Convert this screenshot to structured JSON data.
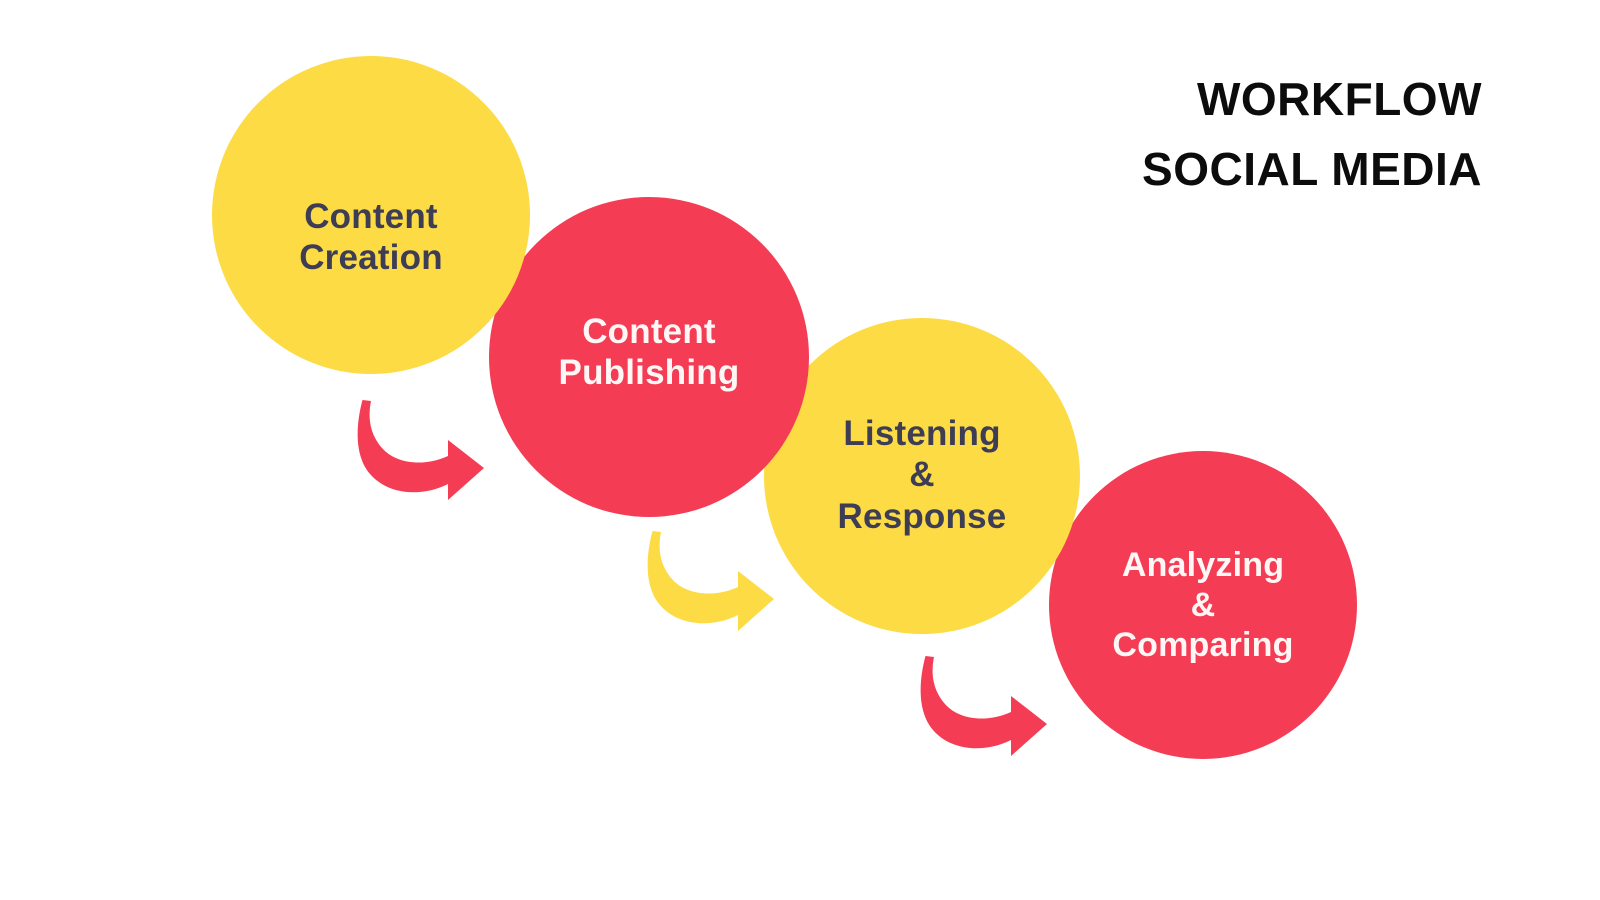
{
  "title": {
    "line1": "WORKFLOW",
    "line2": "SOCIAL MEDIA"
  },
  "colors": {
    "yellow": "#FCDB44",
    "red": "#F43C55",
    "dark_text": "#3D3D55",
    "light_text": "#FFF7F5",
    "title_text": "#0C0C0C",
    "background": "#FFFFFF"
  },
  "steps": [
    {
      "index": 1,
      "label": "Content\nCreation",
      "fill": "#FCDB44",
      "text_color": "#3D3D55"
    },
    {
      "index": 2,
      "label": "Content\nPublishing",
      "fill": "#F43C55",
      "text_color": "#FFF7F5"
    },
    {
      "index": 3,
      "label": "Listening\n&\nResponse",
      "fill": "#FCDB44",
      "text_color": "#3D3D55"
    },
    {
      "index": 4,
      "label": "Analyzing\n&\nComparing",
      "fill": "#F43C55",
      "text_color": "#FFF7F5"
    }
  ],
  "arrows": [
    {
      "index": 1,
      "from_step": 1,
      "to_step": 2,
      "color": "#F43C55"
    },
    {
      "index": 2,
      "from_step": 2,
      "to_step": 3,
      "color": "#FCDB44"
    },
    {
      "index": 3,
      "from_step": 3,
      "to_step": 4,
      "color": "#F43C55"
    }
  ]
}
